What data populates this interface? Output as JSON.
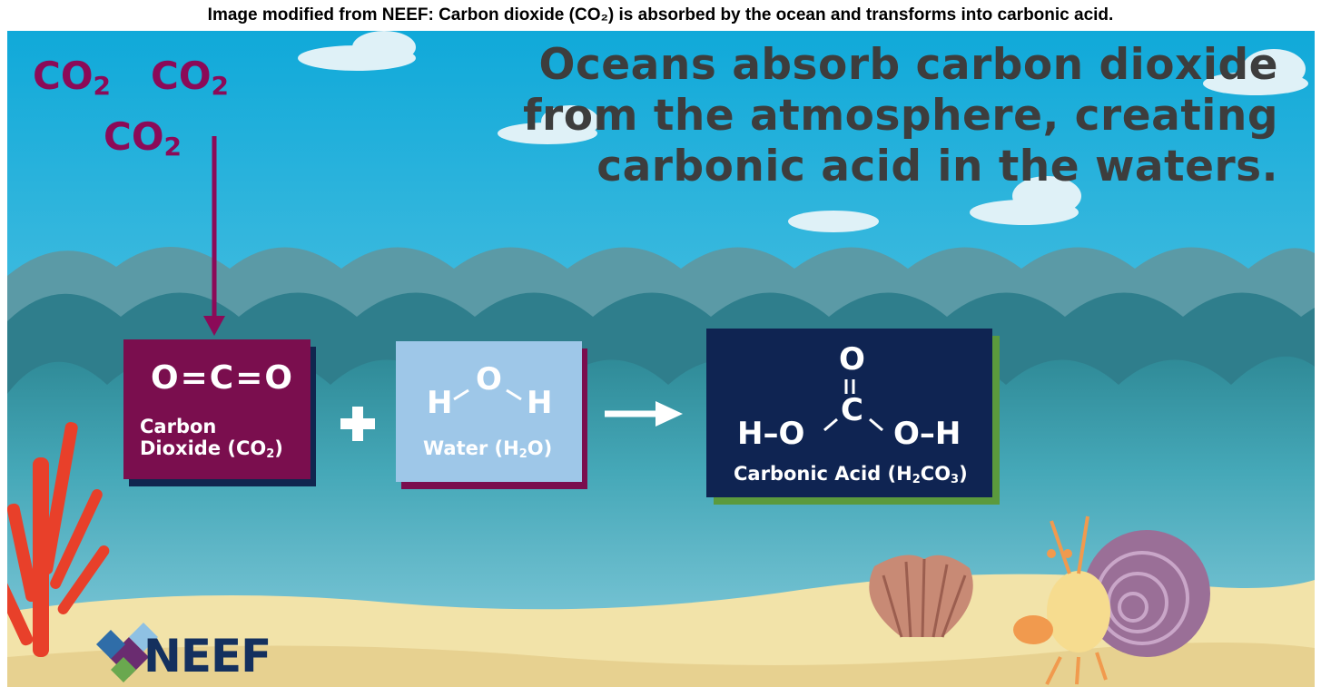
{
  "caption": "Image modified from NEEF: Carbon dioxide (CO₂) is absorbed by the ocean and transforms into carbonic acid.",
  "headline": "Oceans absorb carbon dioxide\nfrom the atmosphere, creating\ncarbonic acid in the waters.",
  "atmosphere_molecules": [
    {
      "main": "CO",
      "sub": "2"
    },
    {
      "main": "CO",
      "sub": "2"
    },
    {
      "main": "CO",
      "sub": "2"
    }
  ],
  "cards": {
    "carbon_dioxide": {
      "formula": "O=C=O",
      "label_line1": "Carbon",
      "label_line2": "Dioxide (CO",
      "label_sub": "2",
      "label_end": ")"
    },
    "water": {
      "h_left": "H",
      "o": "O",
      "h_right": "H",
      "label": "Water (H",
      "label_sub": "2",
      "label_end": "O)"
    },
    "carbonic_acid": {
      "top_o": "O",
      "c": "C",
      "left": "H–O",
      "right": "O–H",
      "label": "Carbonic Acid (H",
      "label_sub1": "2",
      "label_mid": "CO",
      "label_sub2": "3",
      "label_end": ")"
    }
  },
  "logo": "NEEF",
  "colors": {
    "co2": "#8b0a58",
    "co2_card": "#7a0e4e",
    "water_card": "#9ec7e8",
    "acid_card": "#0f2452",
    "acid_shadow": "#5b9a3d",
    "sky": "#2fb2d8",
    "sea": "#3fa3b5",
    "sand": "#f2e3a9"
  }
}
